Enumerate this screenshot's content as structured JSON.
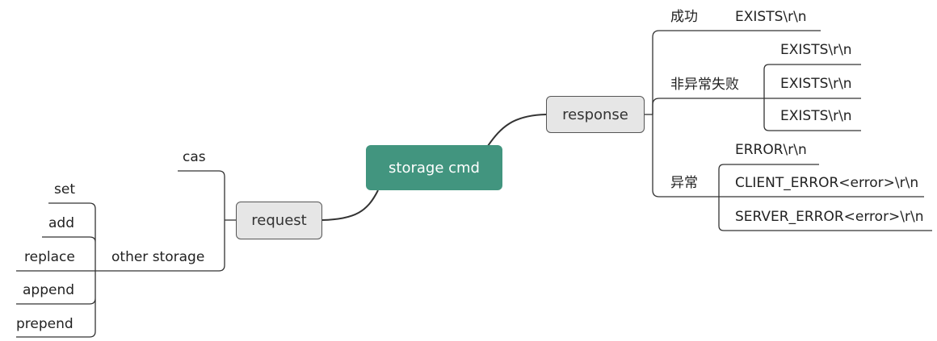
{
  "root": {
    "label": "storage cmd"
  },
  "response": {
    "label": "response",
    "success": {
      "label": "成功",
      "result": "EXISTS\\r\\n"
    },
    "nonexception_failure": {
      "label": "非异常失败",
      "results": [
        "EXISTS\\r\\n",
        "EXISTS\\r\\n",
        "EXISTS\\r\\n"
      ]
    },
    "exception": {
      "label": "异常",
      "results": [
        "ERROR\\r\\n",
        "CLIENT_ERROR<error>\\r\\n",
        "SERVER_ERROR<error>\\r\\n"
      ]
    }
  },
  "request": {
    "label": "request",
    "cas": {
      "label": "cas"
    },
    "other_storage": {
      "label": "other storage",
      "items": [
        "set",
        "add",
        "replace",
        "append",
        "prepend"
      ]
    }
  },
  "colors": {
    "root_fill": "#42957f",
    "subtopic_fill": "#e6e6e6",
    "line": "#333333"
  }
}
